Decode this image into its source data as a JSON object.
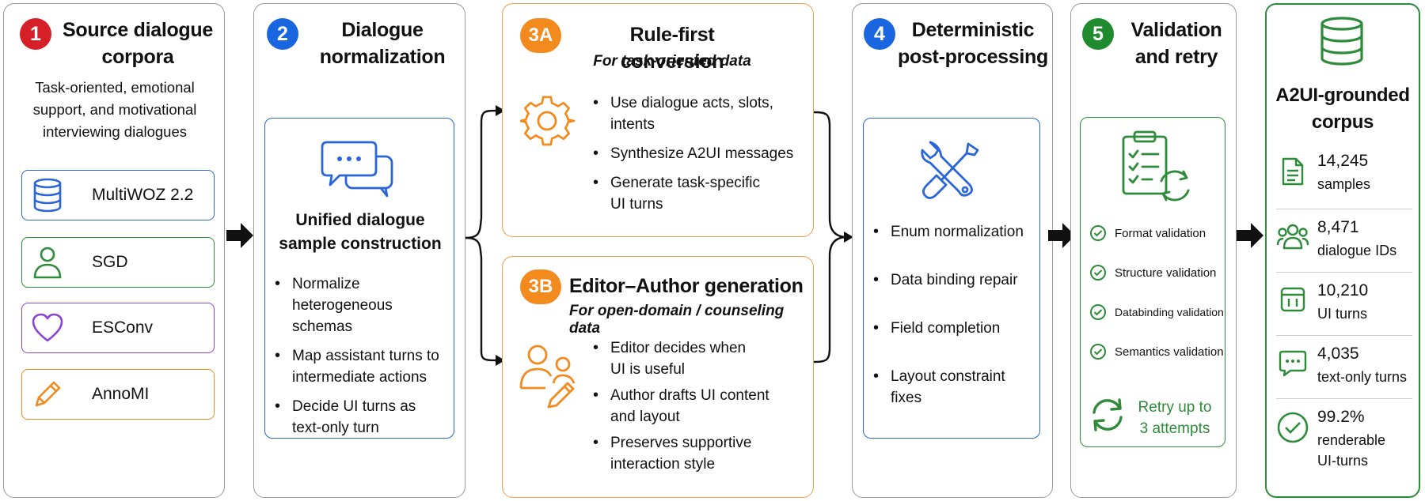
{
  "stage1": {
    "badge": "1",
    "title_line1": "Source dialogue",
    "title_line2": "corpora",
    "desc_line1": "Task-oriented, emotional",
    "desc_line2": "support, and motivational",
    "desc_line3": "interviewing dialogues",
    "corpora": [
      {
        "label": "MultiWOZ 2.2",
        "icon": "database-icon",
        "color": "#2a66d8"
      },
      {
        "label": "SGD",
        "icon": "user-icon",
        "color": "#2e8b3a"
      },
      {
        "label": "ESConv",
        "icon": "heart-icon",
        "color": "#8a44d8"
      },
      {
        "label": "AnnoMI",
        "icon": "pencil-icon",
        "color": "#f28a1e"
      }
    ]
  },
  "stage2": {
    "badge": "2",
    "title_line1": "Dialogue",
    "title_line2": "normalization",
    "box_title_line1": "Unified dialogue",
    "box_title_line2": "sample construction",
    "bullets": [
      [
        "Normalize heterogeneous",
        "schemas"
      ],
      [
        "Map assistant turns to",
        "intermediate actions"
      ],
      [
        "Decide UI turns as",
        "text-only turn"
      ]
    ]
  },
  "stage3a": {
    "badge": "3A",
    "title": "Rule-first conversion",
    "subtitle": "For task-oriented data",
    "bullets": [
      [
        "Use dialogue acts, slots,",
        "intents"
      ],
      [
        "Synthesize A2UI messages"
      ],
      [
        "Generate task-specific",
        "UI turns"
      ]
    ]
  },
  "stage3b": {
    "badge": "3B",
    "title": "Editor–Author generation",
    "subtitle": "For open-domain / counseling data",
    "bullets": [
      [
        "Editor decides when",
        "UI is useful"
      ],
      [
        "Author drafts UI content",
        "and layout"
      ],
      [
        "Preserves supportive",
        "interaction style"
      ]
    ]
  },
  "stage4": {
    "badge": "4",
    "title_line1": "Deterministic",
    "title_line2": "post-processing",
    "bullets": [
      "Enum normalization",
      "Data binding repair",
      "Field completion",
      "Layout constraint fixes"
    ]
  },
  "stage5": {
    "badge": "5",
    "title_line1": "Validation",
    "title_line2": "and retry",
    "checks": [
      "Format validation",
      "Structure validation",
      "Databinding validation",
      "Semantics validation"
    ],
    "retry_line1": "Retry up to",
    "retry_line2": "3 attempts"
  },
  "output": {
    "title_line1": "A2UI-grounded",
    "title_line2": "corpus",
    "stats": [
      {
        "num": "14,245",
        "lines": [
          "samples"
        ],
        "icon": "document-icon"
      },
      {
        "num": "8,471",
        "lines": [
          "dialogue IDs"
        ],
        "icon": "users-icon"
      },
      {
        "num": "10,210",
        "lines": [
          "UI turns"
        ],
        "icon": "ui-window-icon"
      },
      {
        "num": "4,035",
        "lines": [
          "text-only turns"
        ],
        "icon": "chat-icon"
      },
      {
        "num": "99.2%",
        "lines": [
          "renderable",
          "UI-turns"
        ],
        "icon": "check-circle-icon"
      }
    ]
  },
  "colors": {
    "blue": "#2a66d8",
    "orange": "#f28a1e",
    "green": "#2e8b3a",
    "purple": "#8a44d8",
    "red": "#d61f26"
  }
}
